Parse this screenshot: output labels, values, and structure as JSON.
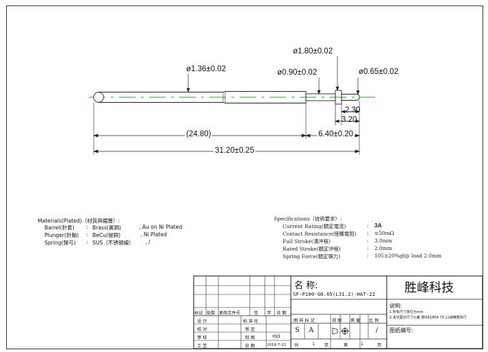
{
  "dimensions": {
    "barrel_dia": "ø1.36±0.02",
    "head_dia": "ø1.80±0.02",
    "neck_dia": "ø0.90±0.02",
    "tip_dia": "ø0.65±0.02",
    "d_2_30": "2.30",
    "d_3_20": "3.20",
    "d_24_80": "(24.80)",
    "d_6_40": "6.40±0.20",
    "d_31_20": "31.20±0.25"
  },
  "materials": {
    "title": "Materials(Plated)（材質與鍍層）:",
    "rows": [
      {
        "part": "Barrel(針套)",
        "sep": ":",
        "material": "Brass(黃銅)",
        "plating": ", Au on Ni Plated"
      },
      {
        "part": "Plunger(針軸)",
        "sep": ":",
        "material": "BeCu(铍銅)",
        "plating": ", Ni Plated"
      },
      {
        "part": "Spring(彈弓)",
        "sep": ":",
        "material": "SUS（不锈钢線）",
        "plating": ", /"
      }
    ]
  },
  "specifications": {
    "title": "Specifications（技術要求）:",
    "rows": [
      {
        "name": "Current Rating(額定電流)",
        "sep": ":",
        "value": "3A"
      },
      {
        "name": "Contact Resistance(接觸電阻)",
        "sep": ":",
        "value": "≤50mΩ"
      },
      {
        "name": "Full Stroke(滿沖程)",
        "sep": ":",
        "value": "3.0mm"
      },
      {
        "name": "Rated Stroke(額定沖程)",
        "sep": ":",
        "value": "2.0mm"
      },
      {
        "name": "Spring Force(額定彈力)",
        "sep": ":",
        "value": "105±20%gf@ load 2.0mm"
      }
    ]
  },
  "title_block": {
    "name_label": "名 称:",
    "part_no": "SF-P100-G0.65(L31.2)-HAT-22",
    "company": "胜峰科技",
    "notes_title": "说明:",
    "note1": "1.所有尺寸单位为mm",
    "note2": "2.未注图示尺寸公差:按GB1804-79 11级精度执行",
    "drawing_no_label": "图纸编号:",
    "rev_headers": [
      "标记",
      "处数",
      "更改文件号",
      "签",
      "字",
      "日 期"
    ],
    "row_labels": [
      "设  计",
      "校  对",
      "审  核",
      "工  艺"
    ],
    "mid_labels": [
      "标 准 化",
      "审  定",
      "制  图",
      "日  期"
    ],
    "drafter": "HJQ",
    "date": "2019-7-22",
    "stage_label": "图 样 标 记",
    "view_label": "视 图",
    "mass_label": "质 量",
    "scale_label": "比 例",
    "mark_s": "S",
    "mark_a": "A",
    "scale_value": "/",
    "total_label": "共",
    "total_value": "1",
    "page_label": "页",
    "sheet_label": "第",
    "sheet_value": "1",
    "page_label2": "页"
  }
}
